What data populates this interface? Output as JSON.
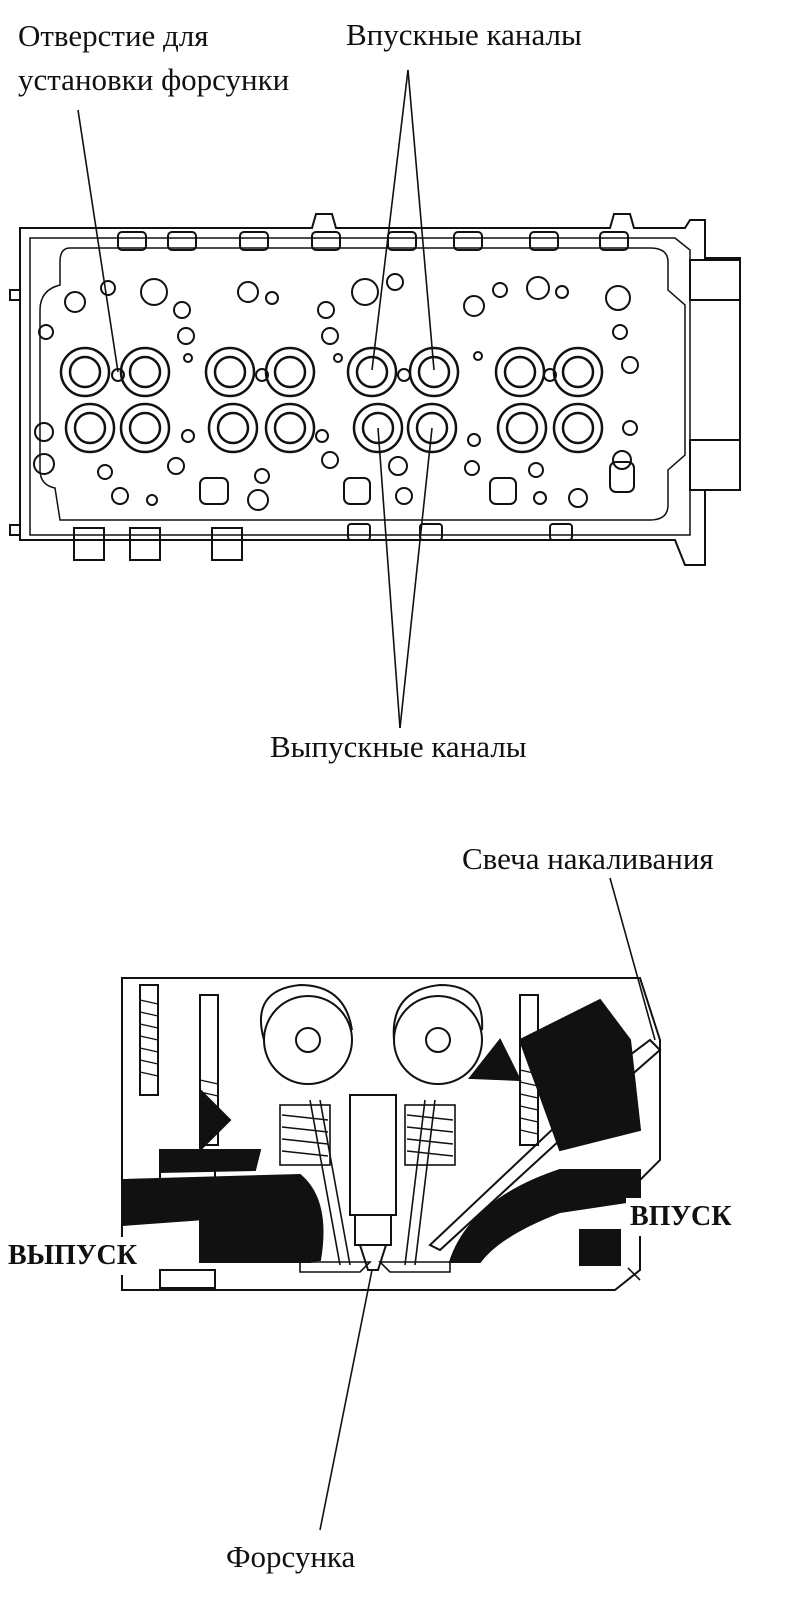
{
  "top_view": {
    "label_injector_hole": "Отверстие для установки форсунки",
    "label_intake_ports": "Впускные каналы",
    "label_exhaust_ports": "Выпускные каналы"
  },
  "section_view": {
    "label_glow_plug": "Свеча накаливания",
    "label_intake": "ВПУСК",
    "label_exhaust": "ВЫПУСК",
    "label_injector": "Форсунка"
  }
}
